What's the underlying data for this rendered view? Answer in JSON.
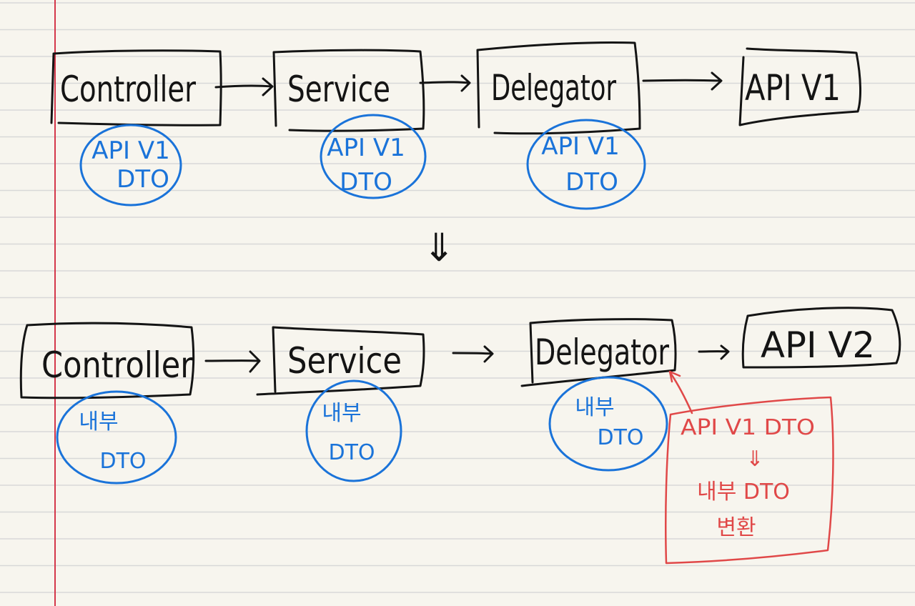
{
  "colors": {
    "paper": "#f7f5ee",
    "rule": "#d8d8d8",
    "margin": "#d4374a",
    "ink": "#141414",
    "blue": "#1a73d9",
    "red": "#e04848"
  },
  "top_flow": {
    "controller": "Controller",
    "service": "Service",
    "delegator": "Delegator",
    "api": "API V1",
    "controller_dto": [
      "API V1",
      "DTO"
    ],
    "service_dto": [
      "API V1",
      "DTO"
    ],
    "delegator_dto": [
      "API V1",
      "DTO"
    ]
  },
  "transition_arrow": "⇓",
  "bottom_flow": {
    "controller": "Controller",
    "service": "Service",
    "delegator": "Delegator",
    "api": "API V2",
    "controller_dto": [
      "내부",
      "DTO"
    ],
    "service_dto": [
      "내부",
      "DTO"
    ],
    "delegator_dto": [
      "내부",
      "DTO"
    ]
  },
  "conversion_note": {
    "line1": "API V1 DTO",
    "arrow": "⇓",
    "line2": "내부 DTO",
    "line3": "변환"
  }
}
